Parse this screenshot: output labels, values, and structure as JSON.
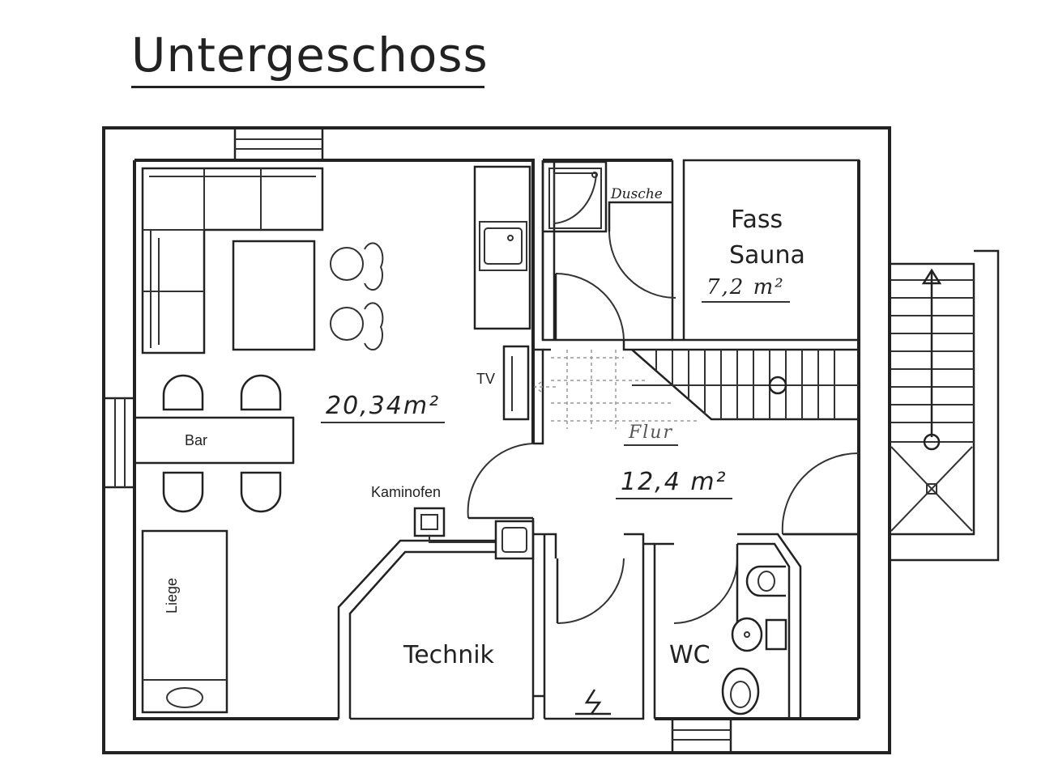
{
  "title": "Untergeschoss",
  "rooms": {
    "wohnen": {
      "area": "20,34m²"
    },
    "sauna": {
      "name_line1": "Fass",
      "name_line2": "Sauna",
      "area": "7,2 m²"
    },
    "dusche": {
      "name": "Dusche"
    },
    "flur": {
      "name": "Flur",
      "area": "12,4 m²"
    },
    "technik": {
      "name": "Technik"
    },
    "wc": {
      "name": "WC"
    }
  },
  "labels": {
    "bar": "Bar",
    "tv": "TV",
    "kaminofen": "Kaminofen",
    "liege": "Liege"
  }
}
